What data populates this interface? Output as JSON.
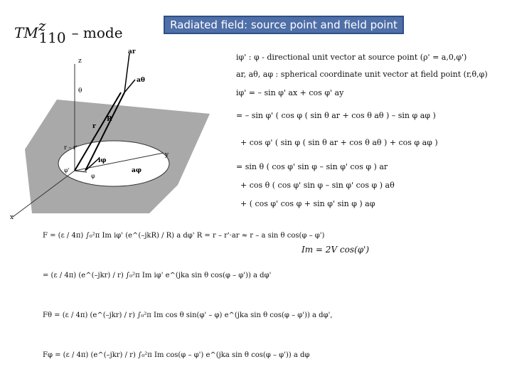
{
  "title": "Radiated field: source point and field point",
  "mode": {
    "base": "TM",
    "sup": "z",
    "sub": "110",
    "suffix": "– mode"
  },
  "definitions": [
    "iφ' : φ - directional unit vector at source point (ρ' = a,0,φ')",
    "ar, aθ, aφ : spherical coordinate unit vector at field point (r,θ,φ)",
    "iφ' = – sin φ' ax + cos φ' ay",
    "= – sin φ' ( cos φ ( sin θ ar + cos θ aθ ) – sin φ aφ )",
    "+ cos φ' ( sin φ ( sin θ ar + cos θ aθ ) + cos φ aφ )",
    "= sin θ ( cos φ' sin φ – sin φ' cos φ ) ar",
    "+ cos θ ( cos φ' sin φ – sin φ' cos φ ) aθ",
    "+ ( cos φ' cos φ + sin φ' sin φ ) aφ"
  ],
  "integrals": [
    "F = (ε / 4π) ∫₀²π Im iφ' (e^(–jkR) / R) a dφ'     R = r – r'·ar ≈ r – a sin θ cos(φ – φ')",
    "= (ε / 4π) (e^(–jkr) / r) ∫₀²π Im iφ' e^(jka sin θ cos(φ – φ')) a dφ'",
    "Fθ = (ε / 4π) (e^(–jkr) / r) ∫₀²π Im cos θ sin(φ' – φ) e^(jka sin θ cos(φ – φ')) a dφ',",
    "Fφ = (ε / 4π) (e^(–jkr) / r) ∫₀²π Im cos(φ – φ') e^(jka sin θ cos(φ – φ')) a dφ"
  ],
  "source_amplitude": "Im = 2V cos(φ')",
  "diagram_labels": {
    "z": "z",
    "y": "y",
    "x": "x",
    "ar": "ar",
    "atheta": "aθ",
    "R": "R",
    "r": "r",
    "r_minus_rp": "r – r'",
    "iphi": "iφ",
    "aphi": "aφ",
    "theta": "θ",
    "phi": "φ",
    "phip": "φ'"
  }
}
